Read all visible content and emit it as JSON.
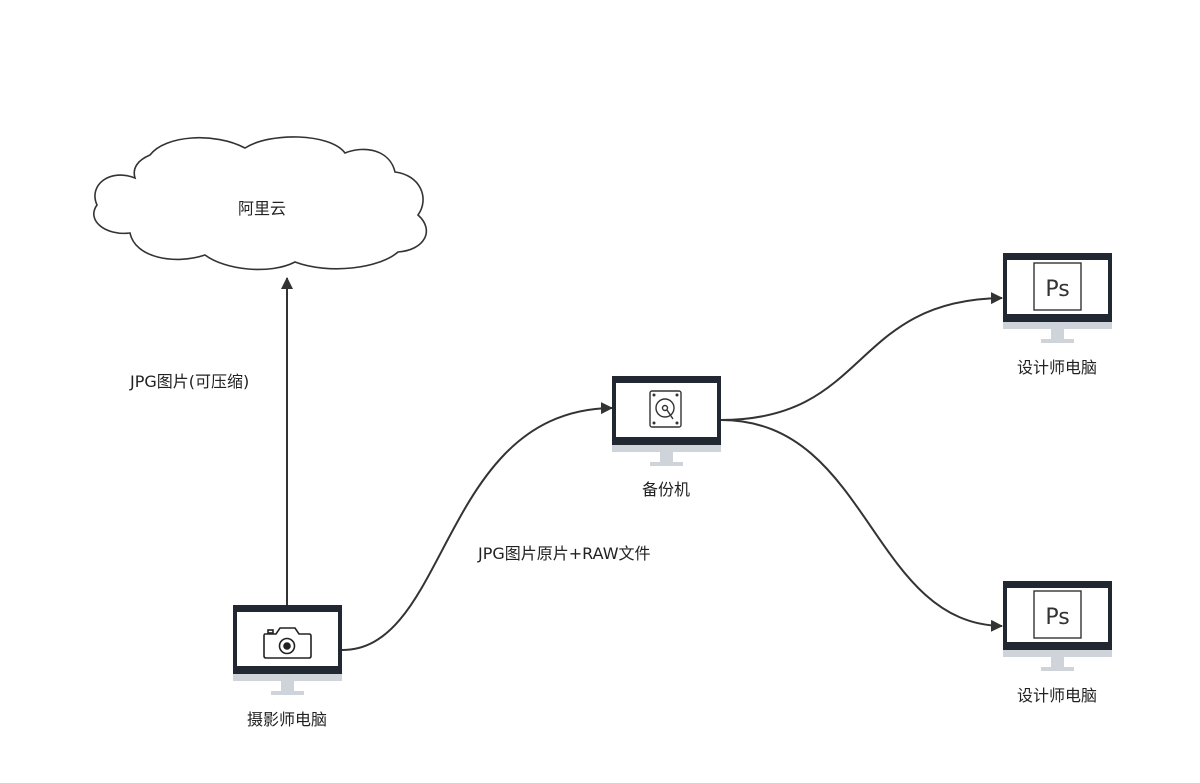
{
  "nodes": {
    "cloud": {
      "label": "阿里云"
    },
    "photographer": {
      "label": "摄影师电脑",
      "icon": "camera-icon"
    },
    "backup": {
      "label": "备份机",
      "icon": "hard-drive-icon"
    },
    "designer_1": {
      "label": "设计师电脑",
      "icon": "photoshop-icon",
      "icon_text": "Ps"
    },
    "designer_2": {
      "label": "设计师电脑",
      "icon": "photoshop-icon",
      "icon_text": "Ps"
    }
  },
  "edges": {
    "to_cloud": {
      "label": "JPG图片(可压缩)"
    },
    "to_backup": {
      "label": "JPG图片原片+RAW文件"
    }
  },
  "colors": {
    "monitor_frame": "#222831",
    "monitor_stand": "#cfd4da",
    "line": "#333333"
  }
}
